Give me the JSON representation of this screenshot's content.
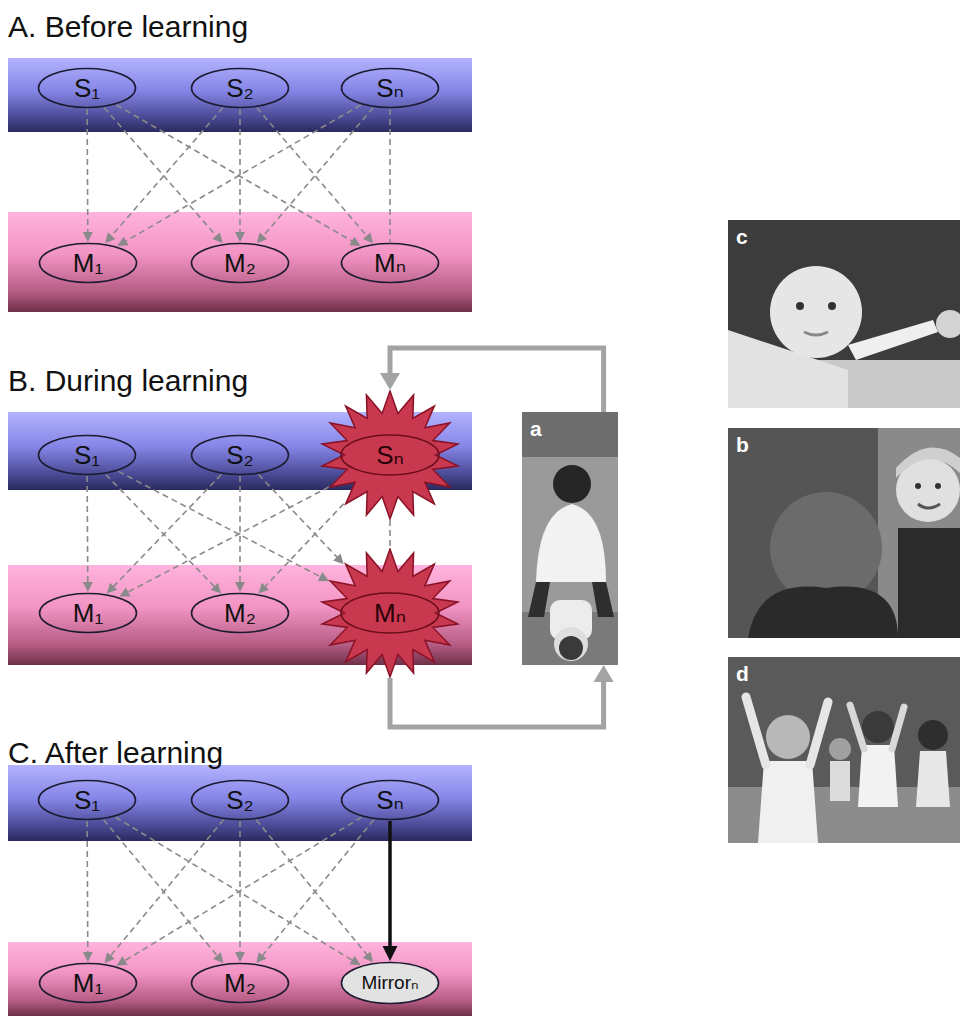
{
  "diagram": {
    "nodes": [
      {
        "text": [
          "S₁"
        ]
      },
      {
        "text": [
          "S₂"
        ]
      },
      {
        "text": [
          "Sₙ"
        ]
      },
      {
        "text": [
          "M₁"
        ]
      },
      {
        "text": [
          "M₂"
        ]
      },
      {
        "text": [
          "Mₙ"
        ]
      },
      {
        "text": [
          "S₁"
        ]
      },
      {
        "text": [
          "S₂"
        ]
      },
      {
        "text": [
          "Sₙ"
        ]
      },
      {
        "text": [
          "M₁"
        ]
      },
      {
        "text": [
          "M₂"
        ]
      },
      {
        "text": [
          "Mₙ"
        ]
      },
      {
        "text": [
          "a"
        ]
      },
      {
        "text": [
          "S₁"
        ]
      },
      {
        "text": [
          "S₂"
        ]
      },
      {
        "text": [
          "Sₙ"
        ]
      },
      {
        "text": [
          "M₁"
        ]
      },
      {
        "text": [
          "M₂"
        ]
      },
      {
        "text": [
          "Mirrorₙ"
        ]
      },
      {
        "text": [
          "c"
        ]
      },
      {
        "text": [
          "b"
        ]
      },
      {
        "text": [
          "d"
        ]
      }
    ],
    "edges": [
      {
        "from": 0,
        "to": 3,
        "arrow": "to"
      },
      {
        "from": 0,
        "to": 4,
        "arrow": "to"
      },
      {
        "from": 0,
        "to": 5,
        "arrow": "to"
      },
      {
        "from": 1,
        "to": 3,
        "arrow": "to"
      },
      {
        "from": 1,
        "to": 4,
        "arrow": "to"
      },
      {
        "from": 1,
        "to": 5,
        "arrow": "to"
      },
      {
        "from": 2,
        "to": 3,
        "arrow": "to"
      },
      {
        "from": 2,
        "to": 4,
        "arrow": "to"
      },
      {
        "from": 2,
        "to": 5,
        "arrow": "none"
      },
      {
        "from": 6,
        "to": 9,
        "arrow": "to"
      },
      {
        "from": 6,
        "to": 10,
        "arrow": "to"
      },
      {
        "from": 6,
        "to": 11,
        "arrow": "to"
      },
      {
        "from": 7,
        "to": 9,
        "arrow": "to"
      },
      {
        "from": 7,
        "to": 10,
        "arrow": "to"
      },
      {
        "from": 7,
        "to": 11,
        "arrow": "to"
      },
      {
        "from": 8,
        "to": 9,
        "arrow": "to"
      },
      {
        "from": 8,
        "to": 10,
        "arrow": "to"
      },
      {
        "from": 8,
        "to": 11,
        "arrow": "none"
      },
      {
        "from": 13,
        "to": 16,
        "arrow": "to"
      },
      {
        "from": 13,
        "to": 17,
        "arrow": "to"
      },
      {
        "from": 13,
        "to": 18,
        "arrow": "to"
      },
      {
        "from": 14,
        "to": 16,
        "arrow": "to"
      },
      {
        "from": 14,
        "to": 17,
        "arrow": "to"
      },
      {
        "from": 14,
        "to": 18,
        "arrow": "to"
      },
      {
        "from": 15,
        "to": 16,
        "arrow": "to"
      },
      {
        "from": 15,
        "to": 17,
        "arrow": "to"
      },
      {
        "from": 15,
        "to": 18,
        "arrow": "to"
      },
      {
        "from": 12,
        "to": 8,
        "arrow": "to"
      },
      {
        "from": 11,
        "to": 12,
        "arrow": "to"
      }
    ],
    "labels": [
      "A. Before learning",
      "B. During learning",
      "C. After learning"
    ]
  }
}
